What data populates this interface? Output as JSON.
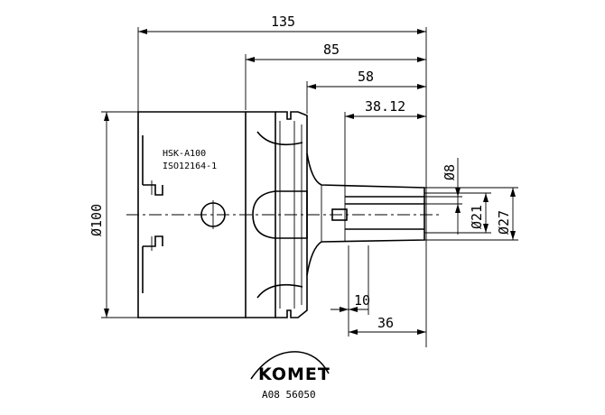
{
  "dimensions": {
    "overall_length": "135",
    "body_to_end": "85",
    "flange_to_end": "58",
    "shank_to_end": "38.12",
    "clamp_length": "10",
    "clamp_to_end": "36",
    "body_diameter": "Ø100",
    "bore_diameter": "Ø21",
    "outer_diameter": "Ø27",
    "pin_diameter": "Ø8"
  },
  "labels": {
    "model": "HSK-A100",
    "standard": "ISO12164-1"
  },
  "brand": {
    "name": "KOMET",
    "article_number": "A08 56050"
  }
}
